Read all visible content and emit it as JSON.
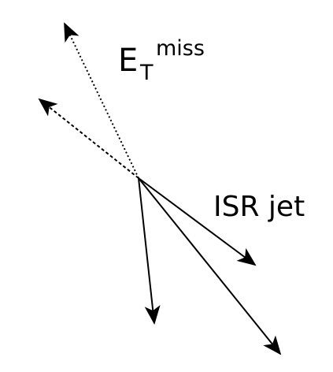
{
  "labels": {
    "met_main": "E",
    "met_sub": "T",
    "met_sup": "miss",
    "isr_jet": "ISR jet"
  },
  "colors": {
    "stroke": "#000000",
    "background": "#ffffff"
  },
  "arrows": [
    {
      "name": "met-arrow-upper",
      "style": "dotted"
    },
    {
      "name": "met-arrow-left",
      "style": "dashed"
    },
    {
      "name": "jet-arrow-down",
      "style": "solid"
    },
    {
      "name": "isr-jet-arrow",
      "style": "solid"
    },
    {
      "name": "jet-arrow-long",
      "style": "solid"
    }
  ]
}
